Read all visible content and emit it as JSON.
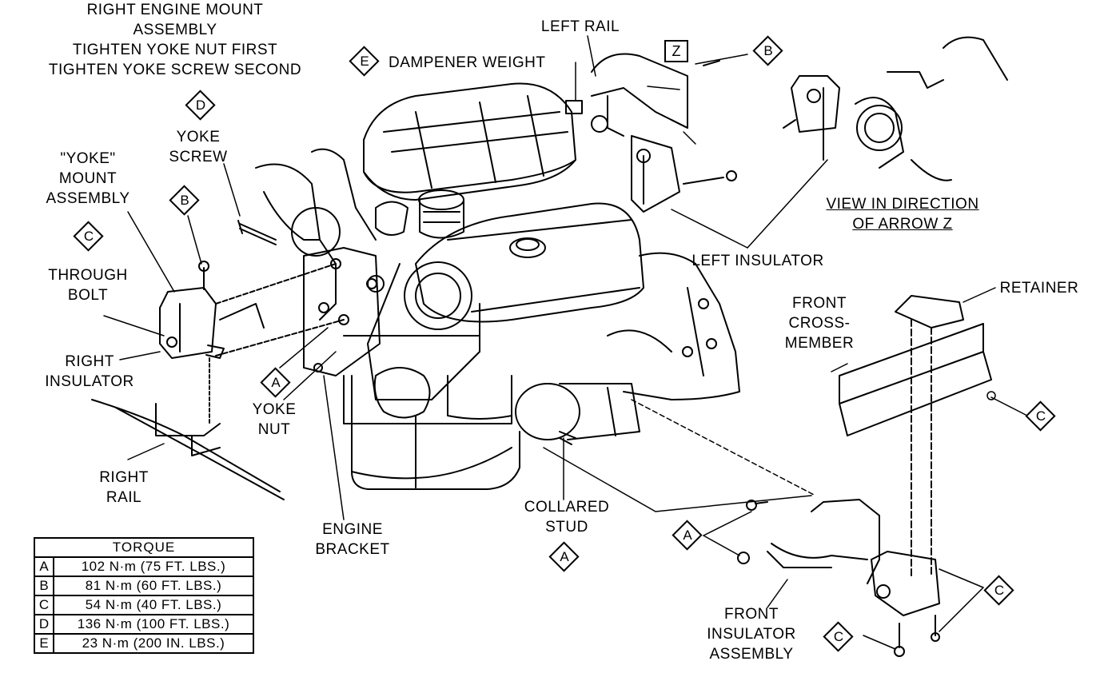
{
  "labels": {
    "right_engine_mount": [
      "RIGHT ENGINE MOUNT",
      "ASSEMBLY",
      "TIGHTEN YOKE NUT FIRST",
      "TIGHTEN YOKE SCREW SECOND"
    ],
    "dampener_weight": "DAMPENER WEIGHT",
    "left_rail": "LEFT RAIL",
    "yoke_screw": [
      "YOKE",
      "SCREW"
    ],
    "yoke_mount_assembly": [
      "\"YOKE\"",
      "MOUNT",
      "ASSEMBLY"
    ],
    "through_bolt": [
      "THROUGH",
      "BOLT"
    ],
    "right_insulator": [
      "RIGHT",
      "INSULATOR"
    ],
    "yoke_nut": [
      "YOKE",
      "NUT"
    ],
    "right_rail": [
      "RIGHT",
      "RAIL"
    ],
    "engine_bracket": [
      "ENGINE",
      "BRACKET"
    ],
    "collared_stud": [
      "COLLARED",
      "STUD"
    ],
    "view_direction": [
      "VIEW IN DIRECTION",
      "OF ARROW Z"
    ],
    "left_insulator": "LEFT INSULATOR",
    "retainer": "RETAINER",
    "front_crossmember": [
      "FRONT",
      "CROSS-",
      "MEMBER"
    ],
    "front_insulator_assembly": [
      "FRONT",
      "INSULATOR",
      "ASSEMBLY"
    ]
  },
  "callouts": {
    "e_dampener": "E",
    "d_yoke_screw": "D",
    "b_yoke_mount": "B",
    "c_yoke_mount": "C",
    "a_yoke_nut": "A",
    "z_view": "Z",
    "b_left_rail": "B",
    "c_front_crossmember": "C",
    "a_collared_stud": "A",
    "a_front_insulator": "A",
    "c_front_insulator_bottom": "C",
    "c_front_insulator_right": "C"
  },
  "torque_table": {
    "title": "TORQUE",
    "rows": [
      {
        "key": "A",
        "value": "102 N·m (75 FT. LBS.)"
      },
      {
        "key": "B",
        "value": "81 N·m (60 FT. LBS.)"
      },
      {
        "key": "C",
        "value": "54 N·m (40 FT. LBS.)"
      },
      {
        "key": "D",
        "value": "136 N·m (100 FT. LBS.)"
      },
      {
        "key": "E",
        "value": "23 N·m (200 IN. LBS.)"
      }
    ]
  }
}
